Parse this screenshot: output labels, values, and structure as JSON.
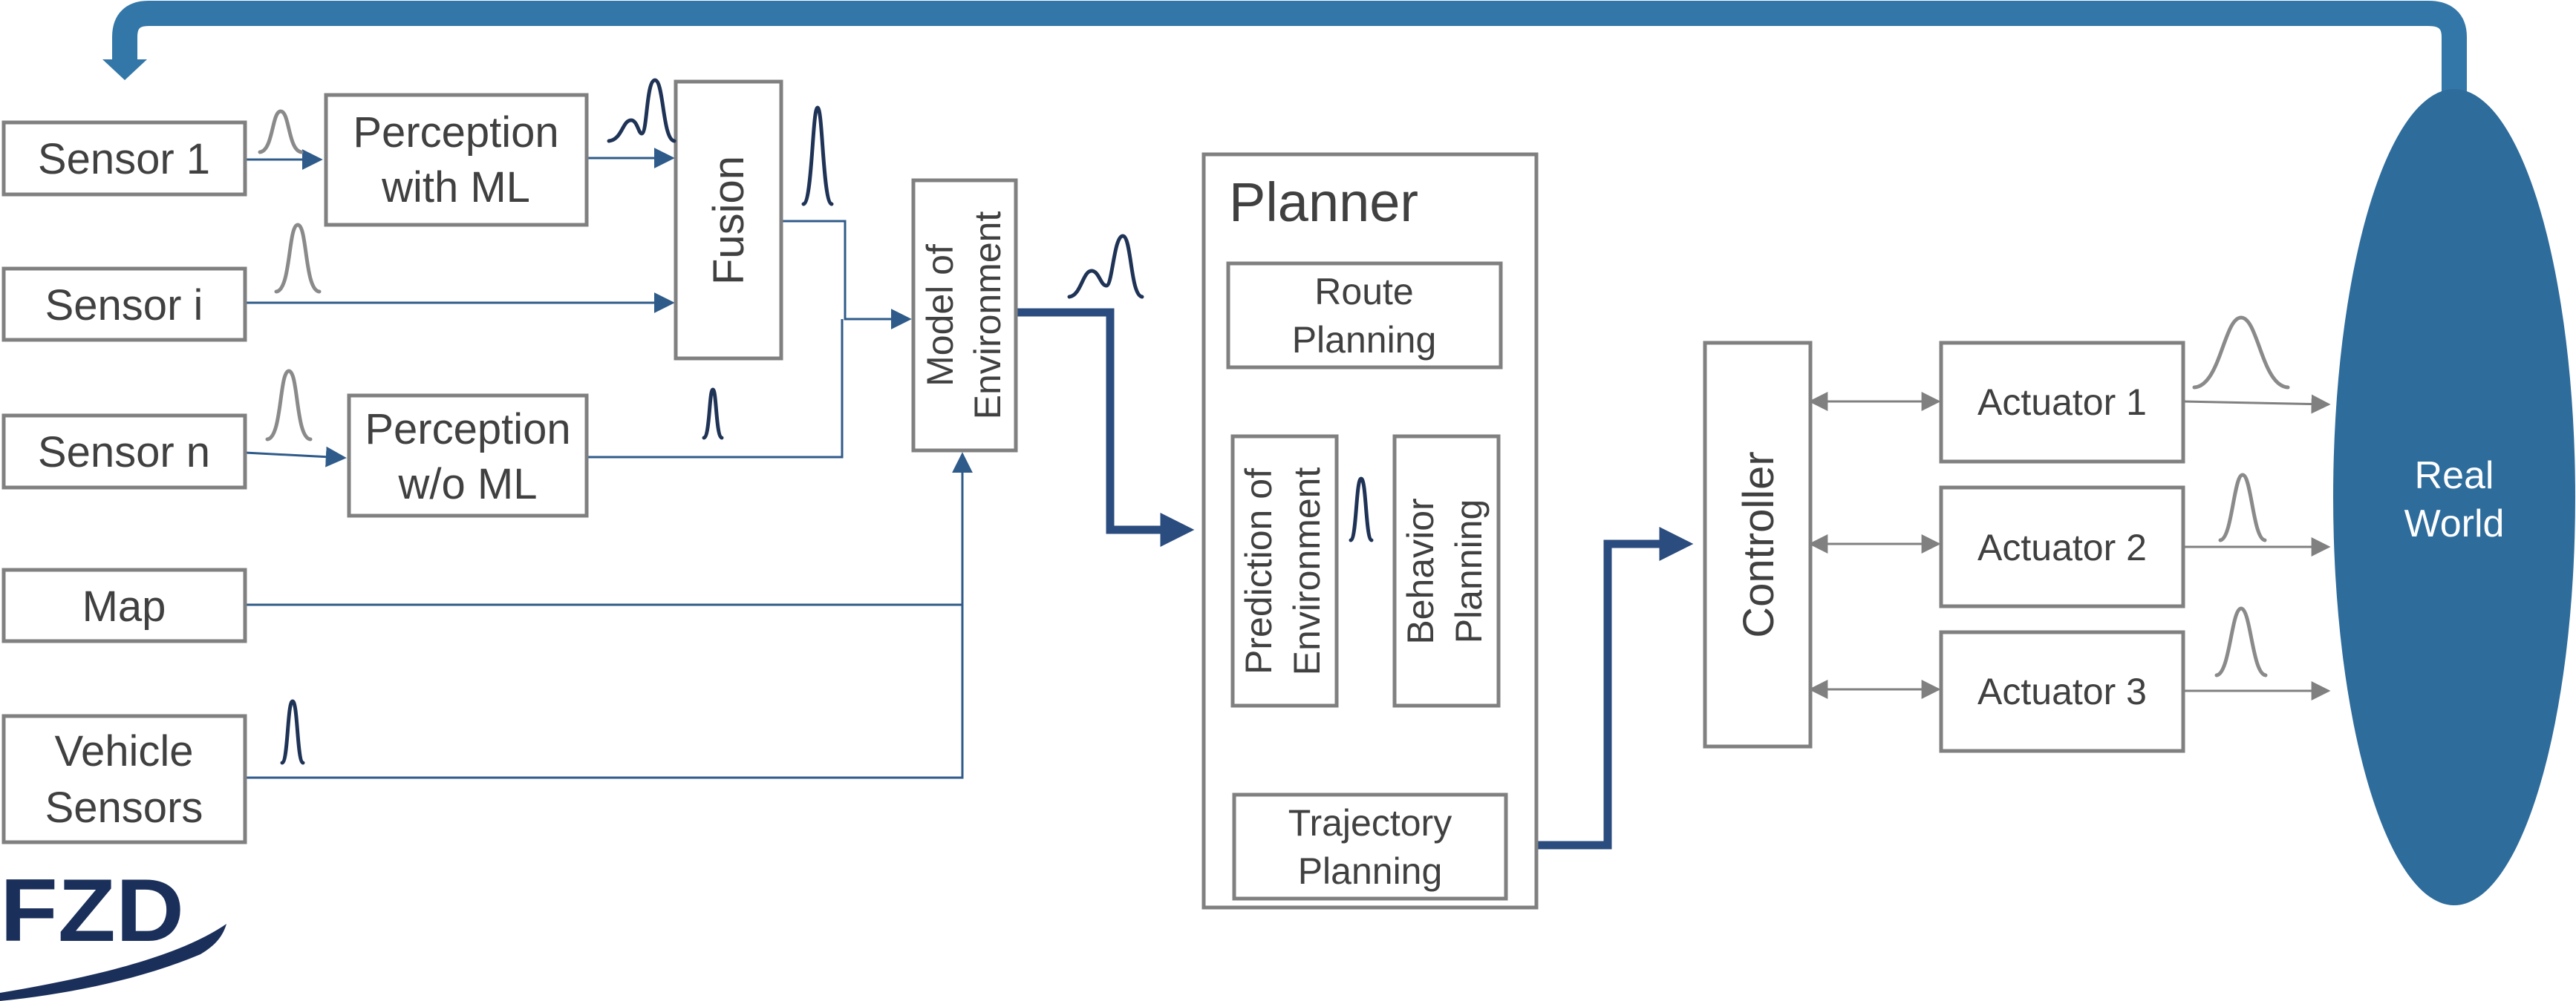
{
  "sensors": {
    "sensor_1": "Sensor 1",
    "sensor_i": "Sensor i",
    "sensor_n": "Sensor n",
    "map": "Map",
    "vehicle_l1": "Vehicle",
    "vehicle_l2": "Sensors"
  },
  "perception": {
    "with_ml_l1": "Perception",
    "with_ml_l2": "with ML",
    "without_ml_l1": "Perception",
    "without_ml_l2": "w/o ML"
  },
  "fusion": {
    "label": "Fusion"
  },
  "environment_model": {
    "l1": "Model of",
    "l2": "Environment"
  },
  "planner": {
    "title": "Planner",
    "route_l1": "Route",
    "route_l2": "Planning",
    "prediction_l1": "Prediction of",
    "prediction_l2": "Environment",
    "behavior_l1": "Behavior",
    "behavior_l2": "Planning",
    "trajectory_l1": "Trajectory",
    "trajectory_l2": "Planning"
  },
  "controller": {
    "label": "Controller"
  },
  "actuators": {
    "a1": "Actuator 1",
    "a2": "Actuator 2",
    "a3": "Actuator 3"
  },
  "real_world": {
    "l1": "Real",
    "l2": "World"
  },
  "logo": {
    "text": "FZD"
  },
  "colors": {
    "loop_arrow": "#3377a8",
    "real_world": "#2e6c9c",
    "thick_flow": "#2b4c7e",
    "box_stroke": "#808080",
    "text": "#404040"
  },
  "icons": {
    "distribution_uncertain": "gaussian-curve-icon",
    "distribution_fused": "narrow-gaussian-icon"
  }
}
